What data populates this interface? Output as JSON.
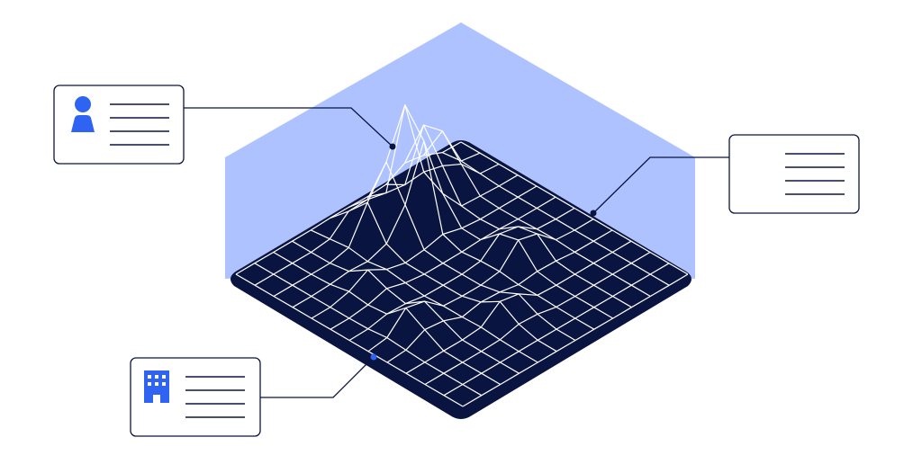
{
  "colors": {
    "background": "#FFFFFF",
    "wall": "#ADC2FF",
    "platform": "#0A1440",
    "mesh": "#FFFFFF",
    "card_border": "#0A1440",
    "card_lines": "#0A1440",
    "icon": "#2F63F2",
    "connector": "#0A1440",
    "connector_accent": "#2F63F2"
  },
  "cards": [
    {
      "name": "person-card",
      "icon": "person-icon",
      "line_count": 4
    },
    {
      "name": "info-card",
      "icon": "",
      "line_count": 4
    },
    {
      "name": "building-card",
      "icon": "building-icon",
      "line_count": 4
    }
  ],
  "surface": {
    "grid_size": 12,
    "peaks": [
      {
        "u": 0.2,
        "v": 0.42,
        "height": 1.0
      },
      {
        "u": 0.1,
        "v": 0.22,
        "height": 0.55
      },
      {
        "u": 0.15,
        "v": 0.55,
        "height": 0.35
      },
      {
        "u": 0.55,
        "v": 0.3,
        "height": 0.25
      },
      {
        "u": 0.75,
        "v": 0.55,
        "height": 0.15
      },
      {
        "u": 0.6,
        "v": 0.8,
        "height": 0.2
      },
      {
        "u": 0.35,
        "v": 0.75,
        "height": 0.12
      }
    ]
  }
}
